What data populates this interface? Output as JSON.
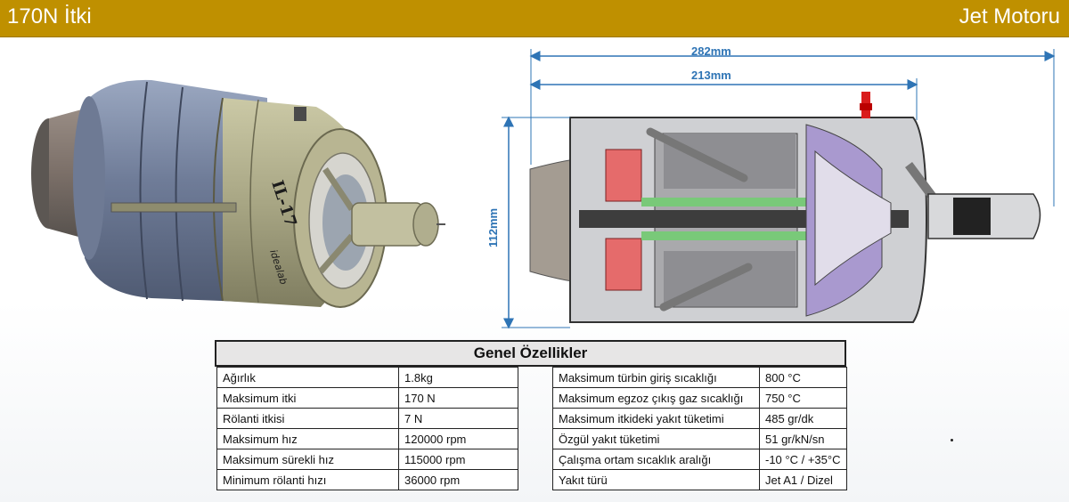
{
  "header": {
    "title_left": "170N İtki",
    "title_right": "Jet Motoru"
  },
  "illustration": {
    "engine_model": "IL-17",
    "brand": "idealab"
  },
  "dimensions": {
    "total_length": "282mm",
    "body_length": "213mm",
    "diameter": "112mm"
  },
  "specs": {
    "title": "Genel Özellikler",
    "left_rows": [
      {
        "label": "Ağırlık",
        "value": "1.8kg"
      },
      {
        "label": "Maksimum itki",
        "value": "170 N"
      },
      {
        "label": "Rölanti itkisi",
        "value": "7 N"
      },
      {
        "label": "Maksimum hız",
        "value": "120000 rpm"
      },
      {
        "label": "Maksimum sürekli hız",
        "value": "115000 rpm"
      },
      {
        "label": "Minimum rölanti hızı",
        "value": "36000 rpm"
      }
    ],
    "right_rows": [
      {
        "label": "Maksimum türbin giriş sıcaklığı",
        "value": "800 °C"
      },
      {
        "label": "Maksimum egzoz çıkış gaz sıcaklığı",
        "value": "750 °C"
      },
      {
        "label": "Maksimum itkideki yakıt tüketimi",
        "value": "485 gr/dk"
      },
      {
        "label": "Özgül yakıt tüketimi",
        "value": "51 gr/kN/sn"
      },
      {
        "label": "Çalışma ortam sıcaklık aralığı",
        "value": "-10 °C / +35°C"
      },
      {
        "label": "Yakıt türü",
        "value": "Jet A1  / Dizel"
      }
    ]
  }
}
